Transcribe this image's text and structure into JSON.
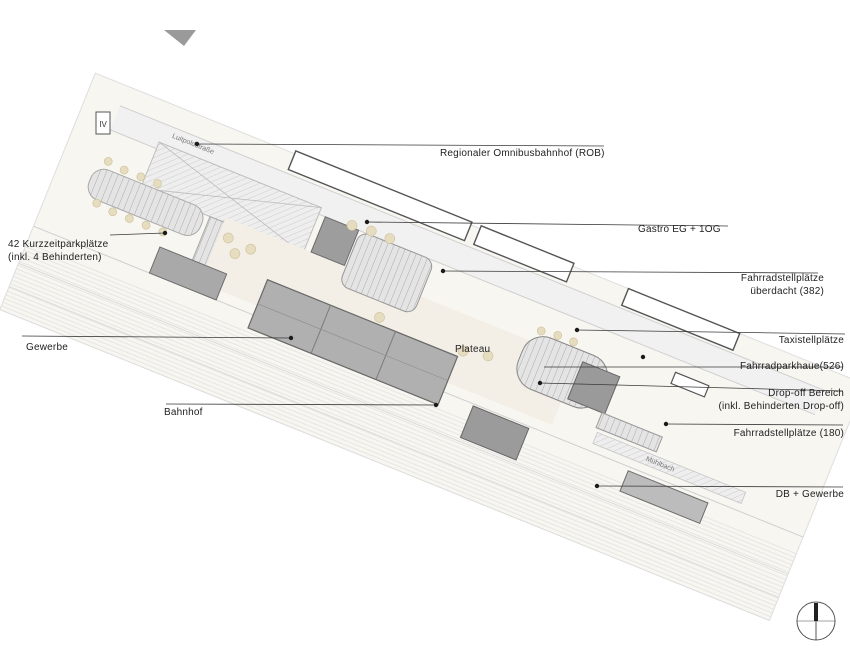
{
  "labels": {
    "rob": "Regionaler Omnibusbahnhof (ROB)",
    "gastro": "Gastro EG + 1OG",
    "kurzzeit_line1": "42 Kurzzeitparkplätze",
    "kurzzeit_line2": "(inkl. 4 Behinderten)",
    "fahrrad_ueberdacht_line1": "Fahrradstellplätze",
    "fahrrad_ueberdacht_line2": "überdacht (382)",
    "gewerbe": "Gewerbe",
    "taxi": "Taxistellplätze",
    "plateau": "Plateau",
    "fahrradparkhaus": "Fahrradparkhaue(526)",
    "dropoff_line1": "Drop-off Bereich",
    "dropoff_line2": "(inkl. Behinderten Drop-off)",
    "bahnhof": "Bahnhof",
    "fahrrad_180": "Fahrradstellplätze (180)",
    "db_gewerbe": "DB + Gewerbe",
    "street_luitpold": "Luitpoldstraße",
    "street_muehlbach": "Mühlbach",
    "marker_iv": "IV"
  },
  "colors": {
    "building_dark": "#8e8e8e",
    "building_mid": "#b4b4b4",
    "ground": "#f3efe6",
    "tree": "#e6dcbf",
    "leader": "#3a3a3a"
  },
  "icons": {
    "north_arrow": "north-arrow-icon"
  }
}
